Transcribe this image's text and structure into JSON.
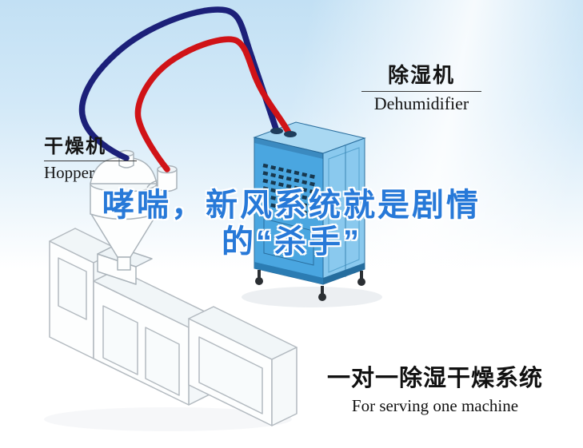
{
  "labels": {
    "hopper": {
      "zh": "干燥机",
      "en": "Hopper"
    },
    "dehumidifier": {
      "zh": "除湿机",
      "en": "Dehumidifier"
    }
  },
  "headline": {
    "line1": "哮喘，新风系统就是剧情",
    "line2": "的“杀手”"
  },
  "caption": {
    "zh": "一对一除湿干燥系统",
    "en": "For serving one machine"
  },
  "colors": {
    "headline_blue": "#2779d8",
    "pipe_red": "#d01317",
    "pipe_navy": "#1c2079",
    "dehumidifier_front": "#4aa6e0",
    "dehumidifier_side": "#8ac9ee",
    "dehumidifier_top": "#a9d8f2",
    "background_blue": "#c2e0f4"
  }
}
